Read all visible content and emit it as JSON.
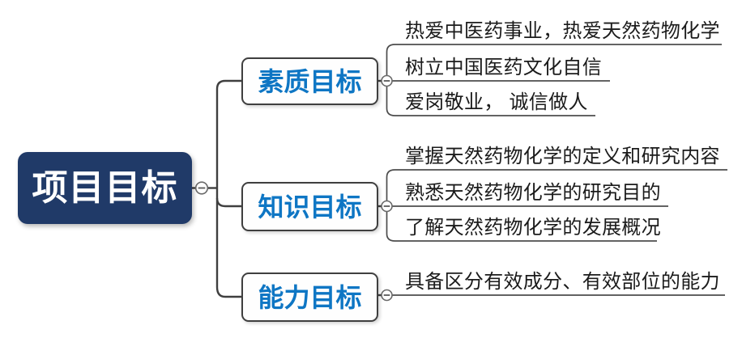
{
  "diagram": {
    "type": "mindmap",
    "root": {
      "label": "项目目标"
    },
    "branches": [
      {
        "label": "素质目标",
        "leaves": [
          "热爱中医药事业，热爱天然药物化学",
          "树立中国医药文化自信",
          "爱岗敬业， 诚信做人"
        ]
      },
      {
        "label": "知识目标",
        "leaves": [
          "掌握天然药物化学的定义和研究内容",
          "熟悉天然药物化学的研究目的",
          "了解天然药物化学的发展概况"
        ]
      },
      {
        "label": "能力目标",
        "leaves": [
          "具备区分有效成分、有效部位的能力"
        ]
      }
    ],
    "collapse_icon": "minus-circle"
  },
  "colors": {
    "root_fill": "#203A68",
    "root_text": "#FFFFFF",
    "branch_text": "#0E76C4",
    "node_border": "#3F3F3F",
    "line": "#4D4D4D",
    "leaf_text": "#1B1B1B",
    "background": "#FFFFFF"
  }
}
